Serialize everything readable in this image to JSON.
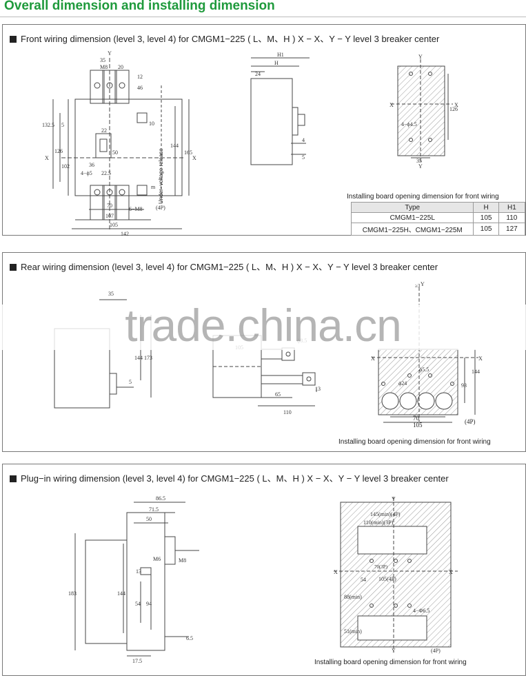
{
  "page": {
    "title": "Overall dimension and installing dimension"
  },
  "sections": [
    {
      "heading": "Front wiring dimension (level 3, level 4) for CMGM1−225 ( L、M、H ) X − X、Y − Y level 3 breaker center",
      "caption": "Installing board opening dimension for front wiring"
    },
    {
      "heading": "Rear wiring dimension (level 3, level 4) for CMGM1−225 ( L、M、H ) X − X、Y − Y level 3 breaker center",
      "caption": "Installing board opening dimension for front wiring"
    },
    {
      "heading": "Plug−in wiring dimension (level 3, level 4) for CMGM1−225 ( L、M、H ) X − X、Y − Y level 3 breaker center",
      "caption": "Installing board opening dimension for front wiring"
    }
  ],
  "spec_table": {
    "headers": [
      "Type",
      "H",
      "H1"
    ],
    "rows": [
      [
        "CMGM1−225L",
        "105",
        "110"
      ],
      [
        "CMGM1−225H、CMGM1−225M",
        "105",
        "127"
      ]
    ]
  },
  "drawing1": {
    "y_label": "Y",
    "x_label": "X",
    "d35": "35",
    "m8": "M8",
    "d20": "20",
    "d12": "12",
    "d46": "46",
    "d132_5": "132.5",
    "d5": "5",
    "d126": "126",
    "d102": "102",
    "d22": "22",
    "d50": "50",
    "d36": "36",
    "d4phi5": "4−ϕ5",
    "d22_5": "22.5",
    "d10": "10",
    "d144": "144",
    "d165": "165",
    "release": "Under−voltage release",
    "m": "m",
    "d6m8": "6−M8",
    "p4": "(4P)",
    "d70": "70",
    "d107": "107",
    "d105": "105",
    "d142": "142"
  },
  "drawing2": {
    "h1": "H1",
    "h": "H",
    "d24": "24",
    "d4": "4",
    "d5": "5"
  },
  "drawing3": {
    "y": "Y",
    "x": "X",
    "d126": "126",
    "d4phi45": "4−ϕ4.5",
    "d35": "35"
  },
  "drawing4": {
    "d35": "35",
    "d144": "144",
    "d173": "173",
    "d5": "5"
  },
  "drawing5": {
    "d105": "105",
    "d8_5": "ϕ8.5",
    "d65": "65",
    "d110": "110",
    "d13": "13"
  },
  "drawing6": {
    "d3": "≥3",
    "y": "Y",
    "x": "X",
    "d93": "93",
    "d144": "144",
    "d5_5": "ϕ5.5",
    "d24": "ϕ24",
    "d70": "70",
    "d105": "105",
    "p4": "(4P)"
  },
  "drawing7": {
    "d86_5": "86.5",
    "d71_5": "71.5",
    "d50": "50",
    "m6": "M6",
    "m8": "M8",
    "d183": "183",
    "d144": "144",
    "d54": "54",
    "d94": "94",
    "d13": "13",
    "d6_5": "6.5",
    "d17_5": "17.5"
  },
  "drawing8": {
    "y": "Y",
    "x": "X",
    "d145": "145(min)(4P)",
    "d110": "110(min)(3P)",
    "d70": "70(3P)",
    "d105": "105(4P)",
    "d54": "54",
    "d88": "88(min)",
    "d51": "51(min)",
    "d4phi65": "4−Φ6.5",
    "p4": "(4P)"
  },
  "watermark": {
    "text": "trade.china.cn"
  }
}
